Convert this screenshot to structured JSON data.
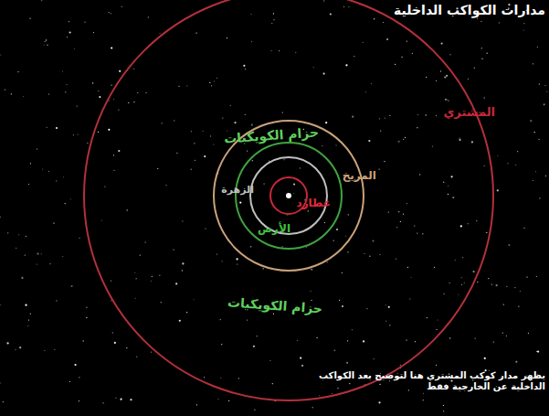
{
  "diagram": {
    "title": "مدارات الكواكب الداخلية",
    "labels": [
      "المشتري",
      "حزام الكويكبات",
      "المريخ",
      "الزهرة",
      "عطارد",
      "الأرض",
      "حزام الكويكبات",
      "يظهر مدار كوكب المشتري هنا لتوضيح بعد الكواكب الداخلية عن الخارجية فقط"
    ]
  }
}
